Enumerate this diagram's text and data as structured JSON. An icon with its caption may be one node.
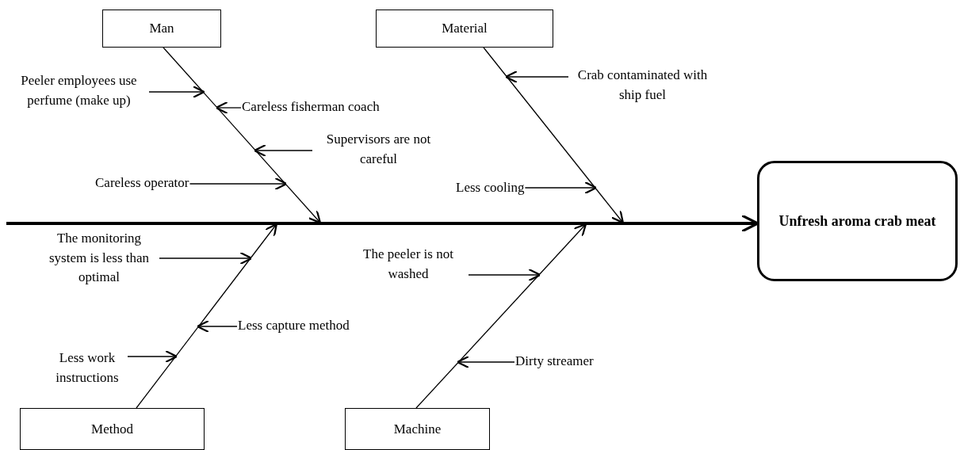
{
  "diagram": {
    "nodes": [
      {
        "text": [
          "Man"
        ]
      },
      {
        "text": [
          "Material"
        ]
      },
      {
        "text": [
          "Method"
        ]
      },
      {
        "text": [
          "Machine"
        ]
      },
      {
        "text": [
          "Unfresh aroma crab meat"
        ]
      },
      {
        "text": [
          "Peeler employees use perfume (make up)"
        ]
      },
      {
        "text": [
          "Careless fisherman coach"
        ]
      },
      {
        "text": [
          "Supervisors are not careful"
        ]
      },
      {
        "text": [
          "Careless operator"
        ]
      },
      {
        "text": [
          "Crab contaminated with ship fuel"
        ]
      },
      {
        "text": [
          "Less cooling"
        ]
      },
      {
        "text": [
          "The monitoring system is less than optimal"
        ]
      },
      {
        "text": [
          "Less capture method"
        ]
      },
      {
        "text": [
          "Less work instructions"
        ]
      },
      {
        "text": [
          "The peeler is not washed"
        ]
      },
      {
        "text": [
          "Dirty streamer"
        ]
      }
    ],
    "edges": [
      {
        "from": null,
        "to": 4,
        "arrow": "to",
        "style": "thick"
      },
      {
        "from": 0,
        "to": null,
        "arrow": "to"
      },
      {
        "from": 1,
        "to": null,
        "arrow": "to"
      },
      {
        "from": 2,
        "to": null,
        "arrow": "to"
      },
      {
        "from": 3,
        "to": null,
        "arrow": "to"
      },
      {
        "from": 5,
        "to": null,
        "arrow": "to"
      },
      {
        "from": 6,
        "to": null,
        "arrow": "to"
      },
      {
        "from": 7,
        "to": null,
        "arrow": "to"
      },
      {
        "from": 8,
        "to": null,
        "arrow": "to"
      },
      {
        "from": 9,
        "to": null,
        "arrow": "to"
      },
      {
        "from": 10,
        "to": null,
        "arrow": "to"
      },
      {
        "from": 11,
        "to": null,
        "arrow": "to"
      },
      {
        "from": 12,
        "to": null,
        "arrow": "to"
      },
      {
        "from": 13,
        "to": null,
        "arrow": "to"
      },
      {
        "from": 14,
        "to": null,
        "arrow": "to"
      },
      {
        "from": 15,
        "to": null,
        "arrow": "to"
      }
    ]
  }
}
